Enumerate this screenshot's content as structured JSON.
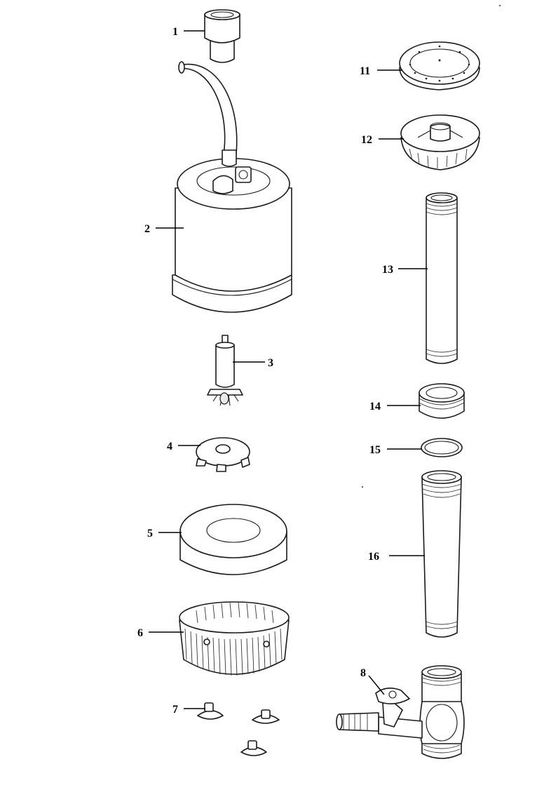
{
  "labels": {
    "p1": "1",
    "p2": "2",
    "p3": "3",
    "p4": "4",
    "p5": "5",
    "p6": "6",
    "p7": "7",
    "p8": "8",
    "p11": "11",
    "p12": "12",
    "p13": "13",
    "p14": "14",
    "p15": "15",
    "p16": "16"
  }
}
